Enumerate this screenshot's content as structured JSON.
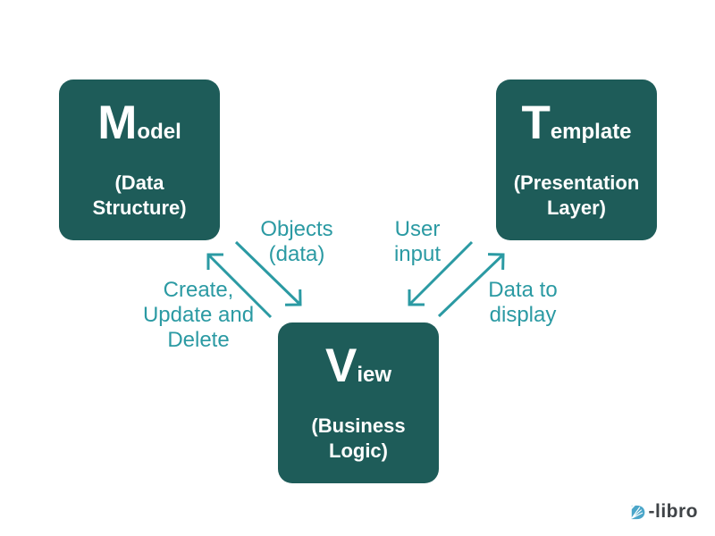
{
  "colors": {
    "background": "#ffffff",
    "node_fill": "#1e5c59",
    "node_text": "#ffffff",
    "accent_teal": "#2b9aa3",
    "logo_icon_blue": "#4ba6c9",
    "logo_text_gray": "#3f4347"
  },
  "diagram": {
    "nodes": {
      "model": {
        "initial": "M",
        "rest": "odel",
        "subtitle": "(Data\nStructure)"
      },
      "template": {
        "initial": "T",
        "rest": "emplate",
        "subtitle": "(Presentation\nLayer)"
      },
      "view": {
        "initial": "V",
        "rest": "iew",
        "subtitle": "(Business\nLogic)"
      }
    },
    "edges": {
      "model_to_view": {
        "from": "Model",
        "to": "View",
        "label": "Objects\n(data)"
      },
      "view_to_model": {
        "from": "View",
        "to": "Model",
        "label": "Create,\nUpdate and\nDelete"
      },
      "template_to_view": {
        "from": "Template",
        "to": "View",
        "label": "User\ninput"
      },
      "view_to_template": {
        "from": "View",
        "to": "Template",
        "label": "Data to\ndisplay"
      }
    }
  },
  "logo": {
    "icon": "d-libro-book-icon",
    "text": "-libro"
  }
}
